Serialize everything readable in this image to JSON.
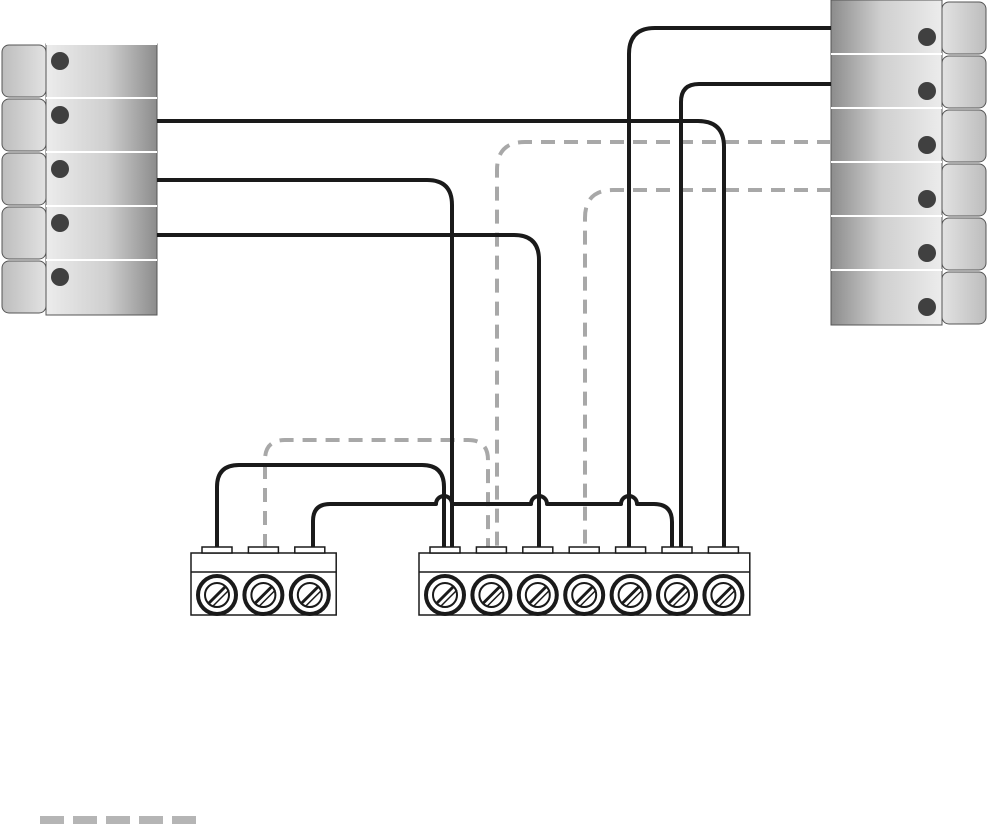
{
  "diagram": {
    "left_connector": {
      "pins": 5
    },
    "right_connector": {
      "pins": 6
    },
    "terminal_block_small": {
      "screws": 3
    },
    "terminal_block_large": {
      "screws": 7
    },
    "legend_dashes": 5,
    "colors": {
      "solid_wire": "#1a1a1a",
      "dashed_wire": "#a8a8a8",
      "pin_dot": "#404040",
      "connector_light": "#e9e9e9",
      "connector_dark": "#9a9a9a",
      "legend_swatch": "#b5b5b5"
    }
  }
}
